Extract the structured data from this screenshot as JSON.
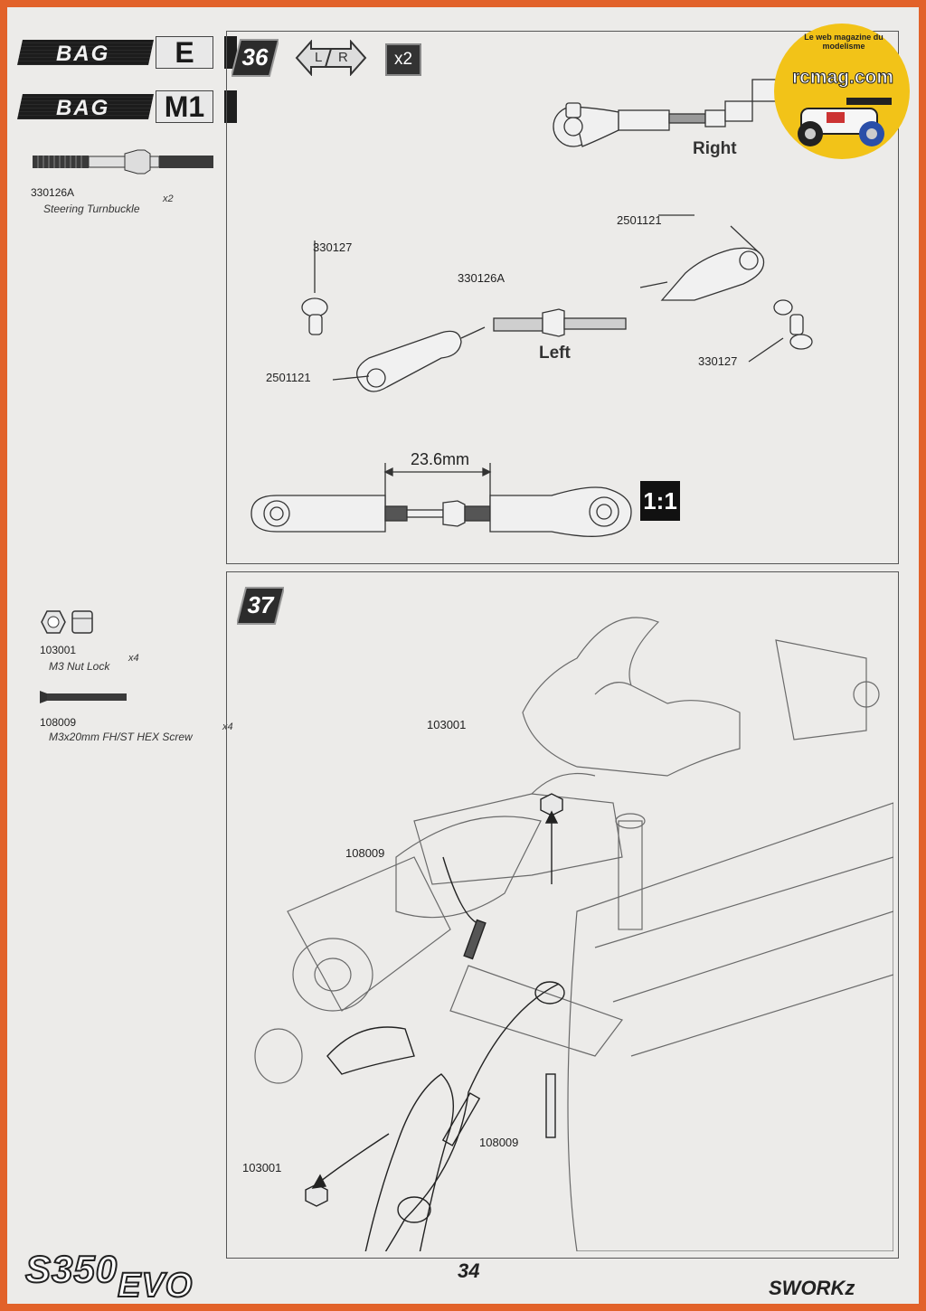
{
  "bags": [
    {
      "label": "BAG",
      "code": "E"
    },
    {
      "label": "BAG",
      "code": "M1"
    }
  ],
  "parts_step36": [
    {
      "number": "330126A",
      "description": "Steering Turnbuckle",
      "qty": "x2"
    }
  ],
  "parts_step37": [
    {
      "number": "103001",
      "description": "M3 Nut Lock",
      "qty": "x4"
    },
    {
      "number": "108009",
      "description": "M3x20mm FH/ST HEX Screw",
      "qty": "x4"
    }
  ],
  "step36": {
    "number": "36",
    "lr_left": "L",
    "lr_right": "R",
    "multiplier": "x2",
    "right_label": "Right",
    "left_label": "Left",
    "callouts": {
      "ball_top": "330127",
      "rod_end_top": "2501121",
      "turnbuckle": "330126A",
      "rod_end_left": "2501121",
      "ball_right": "330127"
    },
    "dimension": "23.6mm",
    "scale": "1:1"
  },
  "step37": {
    "number": "37",
    "callouts": {
      "nut_top": "103001",
      "screw_left": "108009",
      "screw_bottom": "108009",
      "nut_bottom": "103001"
    }
  },
  "footer": {
    "model_logo_a": "S350",
    "model_logo_b": "EVO",
    "page_number": "34",
    "brand_logo": "SWORKz"
  },
  "watermark": {
    "site": "rcmag.com",
    "tagline": "Le web magazine du modelisme"
  }
}
